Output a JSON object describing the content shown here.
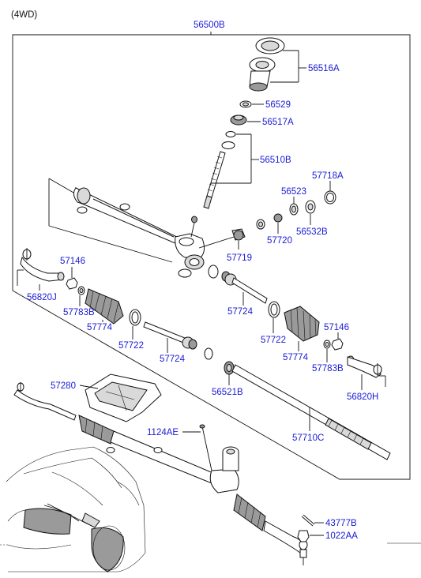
{
  "header": {
    "variant": "(4WD)"
  },
  "labels": {
    "l56500B": "56500B",
    "l56516A": "56516A",
    "l56529": "56529",
    "l56517A": "56517A",
    "l56510B": "56510B",
    "l57718A": "57718A",
    "l56523": "56523",
    "l56532B": "56532B",
    "l57720": "57720",
    "l57719": "57719",
    "l57146a": "57146",
    "l56820J": "56820J",
    "l57783Ba": "57783B",
    "l57774a": "57774",
    "l57722a": "57722",
    "l57724a": "57724",
    "l57724b": "57724",
    "l57722b": "57722",
    "l57146b": "57146",
    "l57774b": "57774",
    "l57783Bb": "57783B",
    "l56820H": "56820H",
    "l56521B": "56521B",
    "l57280": "57280",
    "l1124AE": "1124AE",
    "l57710C": "57710C",
    "l43777B": "43777B",
    "l1022AA": "1022AA"
  }
}
